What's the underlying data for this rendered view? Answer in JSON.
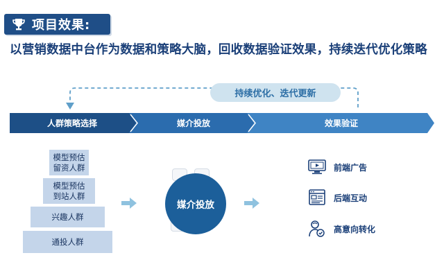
{
  "title": {
    "text": "项目效果:",
    "icon": "trophy-icon"
  },
  "headline": "以营销数据中台作为数据和策略大脑，回收数据验证效果，持续迭代优化策略",
  "loop": {
    "label": "持续优化、迭代更新"
  },
  "stages": [
    {
      "label": "人群策略选择"
    },
    {
      "label": "媒介投放"
    },
    {
      "label": "效果验证"
    }
  ],
  "pyramid": [
    {
      "label": "模型预估\n留资人群"
    },
    {
      "label": "模型预估\n到站人群"
    },
    {
      "label": "兴趣人群"
    },
    {
      "label": "通投人群"
    }
  ],
  "center": {
    "label": "媒介投放"
  },
  "outcomes": [
    {
      "label": "前端广告",
      "icon": "monitor-play-icon"
    },
    {
      "label": "后端互动",
      "icon": "web-page-icon"
    },
    {
      "label": "高意向转化",
      "icon": "user-conversion-icon"
    }
  ],
  "colors": {
    "primary": "#1f4e87",
    "stage_dark": "#1d4f86",
    "stage_mid": "#2b6cae",
    "stage_light": "#3f84c4",
    "pill": "#cfe3ef",
    "tier": "#c4d5ea"
  }
}
